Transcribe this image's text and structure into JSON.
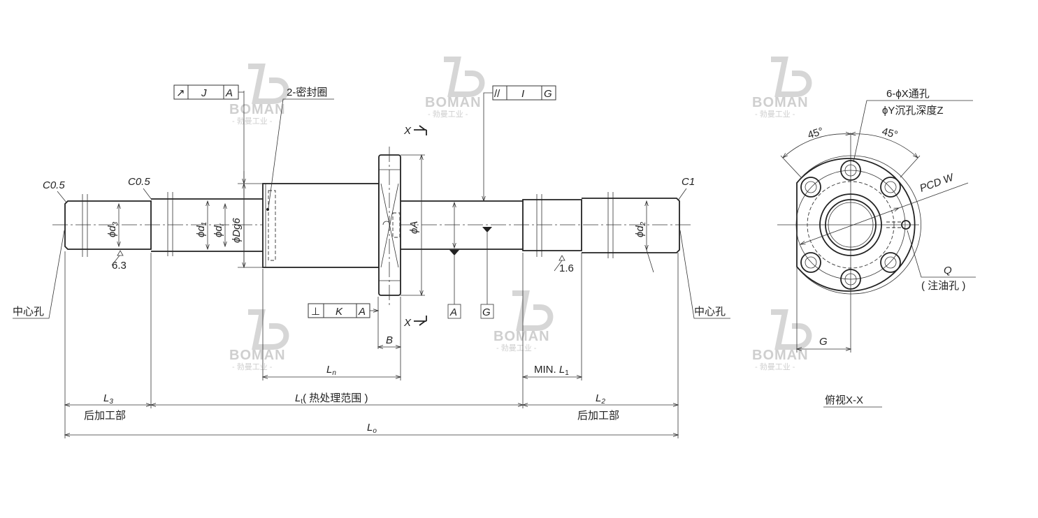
{
  "watermark": {
    "brand": "BOMAN",
    "subtitle": "- 勃曼工业 -"
  },
  "gdt": {
    "runout_frame": {
      "symbol": "↗",
      "tolerance": "J",
      "datum": "A"
    },
    "parallel_frame": {
      "symbol": "//",
      "tolerance": "I",
      "datum": "G"
    },
    "perpendicular_frame": {
      "symbol": "⊥",
      "tolerance": "K",
      "datum": "A"
    },
    "datum_A": "A",
    "datum_G": "G"
  },
  "labels": {
    "seal": "2-密封圈",
    "chamfer_left": "C0.5",
    "chamfer_left2": "C0.5",
    "chamfer_right": "C1",
    "section_mark": "X",
    "phi": "ϕ",
    "d3": {
      "main": "d",
      "sub": "3"
    },
    "d1": {
      "main": "d",
      "sub": "1"
    },
    "dr": {
      "main": "d",
      "sub": "r"
    },
    "Dg6": "Dg6",
    "A": "A",
    "d2": {
      "main": "d",
      "sub": "2"
    },
    "roughness_left": "6.3",
    "roughness_right": "1.6",
    "center_hole_left": "中心孔",
    "center_hole_right": "中心孔",
    "B": "B",
    "Ln": {
      "main": "L",
      "sub": "n"
    },
    "min_L1": {
      "prefix": "MIN. ",
      "main": "L",
      "sub": "1"
    },
    "L3": {
      "main": "L",
      "sub": "3"
    },
    "Lt": {
      "main": "L",
      "sub": "t",
      "suffix": "( 热处理范围 )"
    },
    "L2": {
      "main": "L",
      "sub": "2"
    },
    "Lo": {
      "main": "L",
      "sub": "o"
    },
    "post_machining_left": "后加工部",
    "post_machining_right": "后加工部"
  },
  "side_view": {
    "holes_line1": "6-ϕX通孔",
    "holes_line2": "ϕY沉孔深度Z",
    "angle_left": "45°",
    "angle_right": "45°",
    "pcd": "PCD  W",
    "oil_hole": "Q",
    "oil_hole_note": "( 注油孔 )",
    "G": "G",
    "caption": "俯视X-X"
  }
}
